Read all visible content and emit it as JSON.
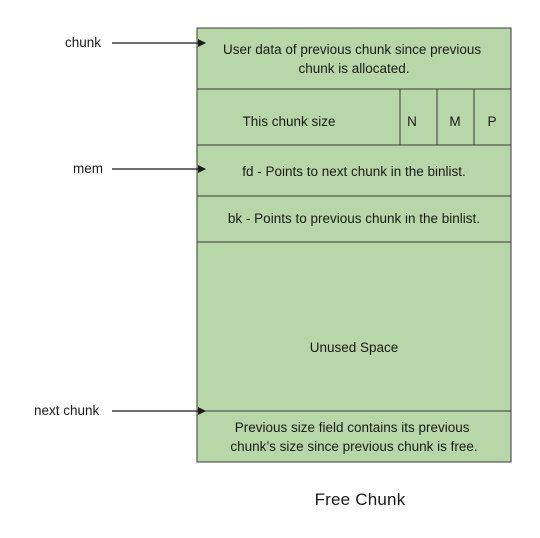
{
  "pointers": {
    "chunk": "chunk",
    "mem": "mem",
    "next_chunk": "next chunk"
  },
  "fields": {
    "prev_user_data": [
      "User data of previous chunk since previous",
      "chunk is allocated."
    ],
    "size": "This chunk size",
    "flag_n": "N",
    "flag_m": "M",
    "flag_p": "P",
    "fd": "fd - Points to next chunk in the binlist.",
    "bk": "bk - Points to previous chunk in the binlist.",
    "unused": "Unused Space",
    "prev_size_free": [
      "Previous size field contains its previous",
      "chunk’s size since previous chunk is free."
    ]
  },
  "caption": "Free Chunk",
  "colors": {
    "fill": "#b7d7a8",
    "stroke": "#3a3a3a",
    "text": "#1a1a1a"
  }
}
